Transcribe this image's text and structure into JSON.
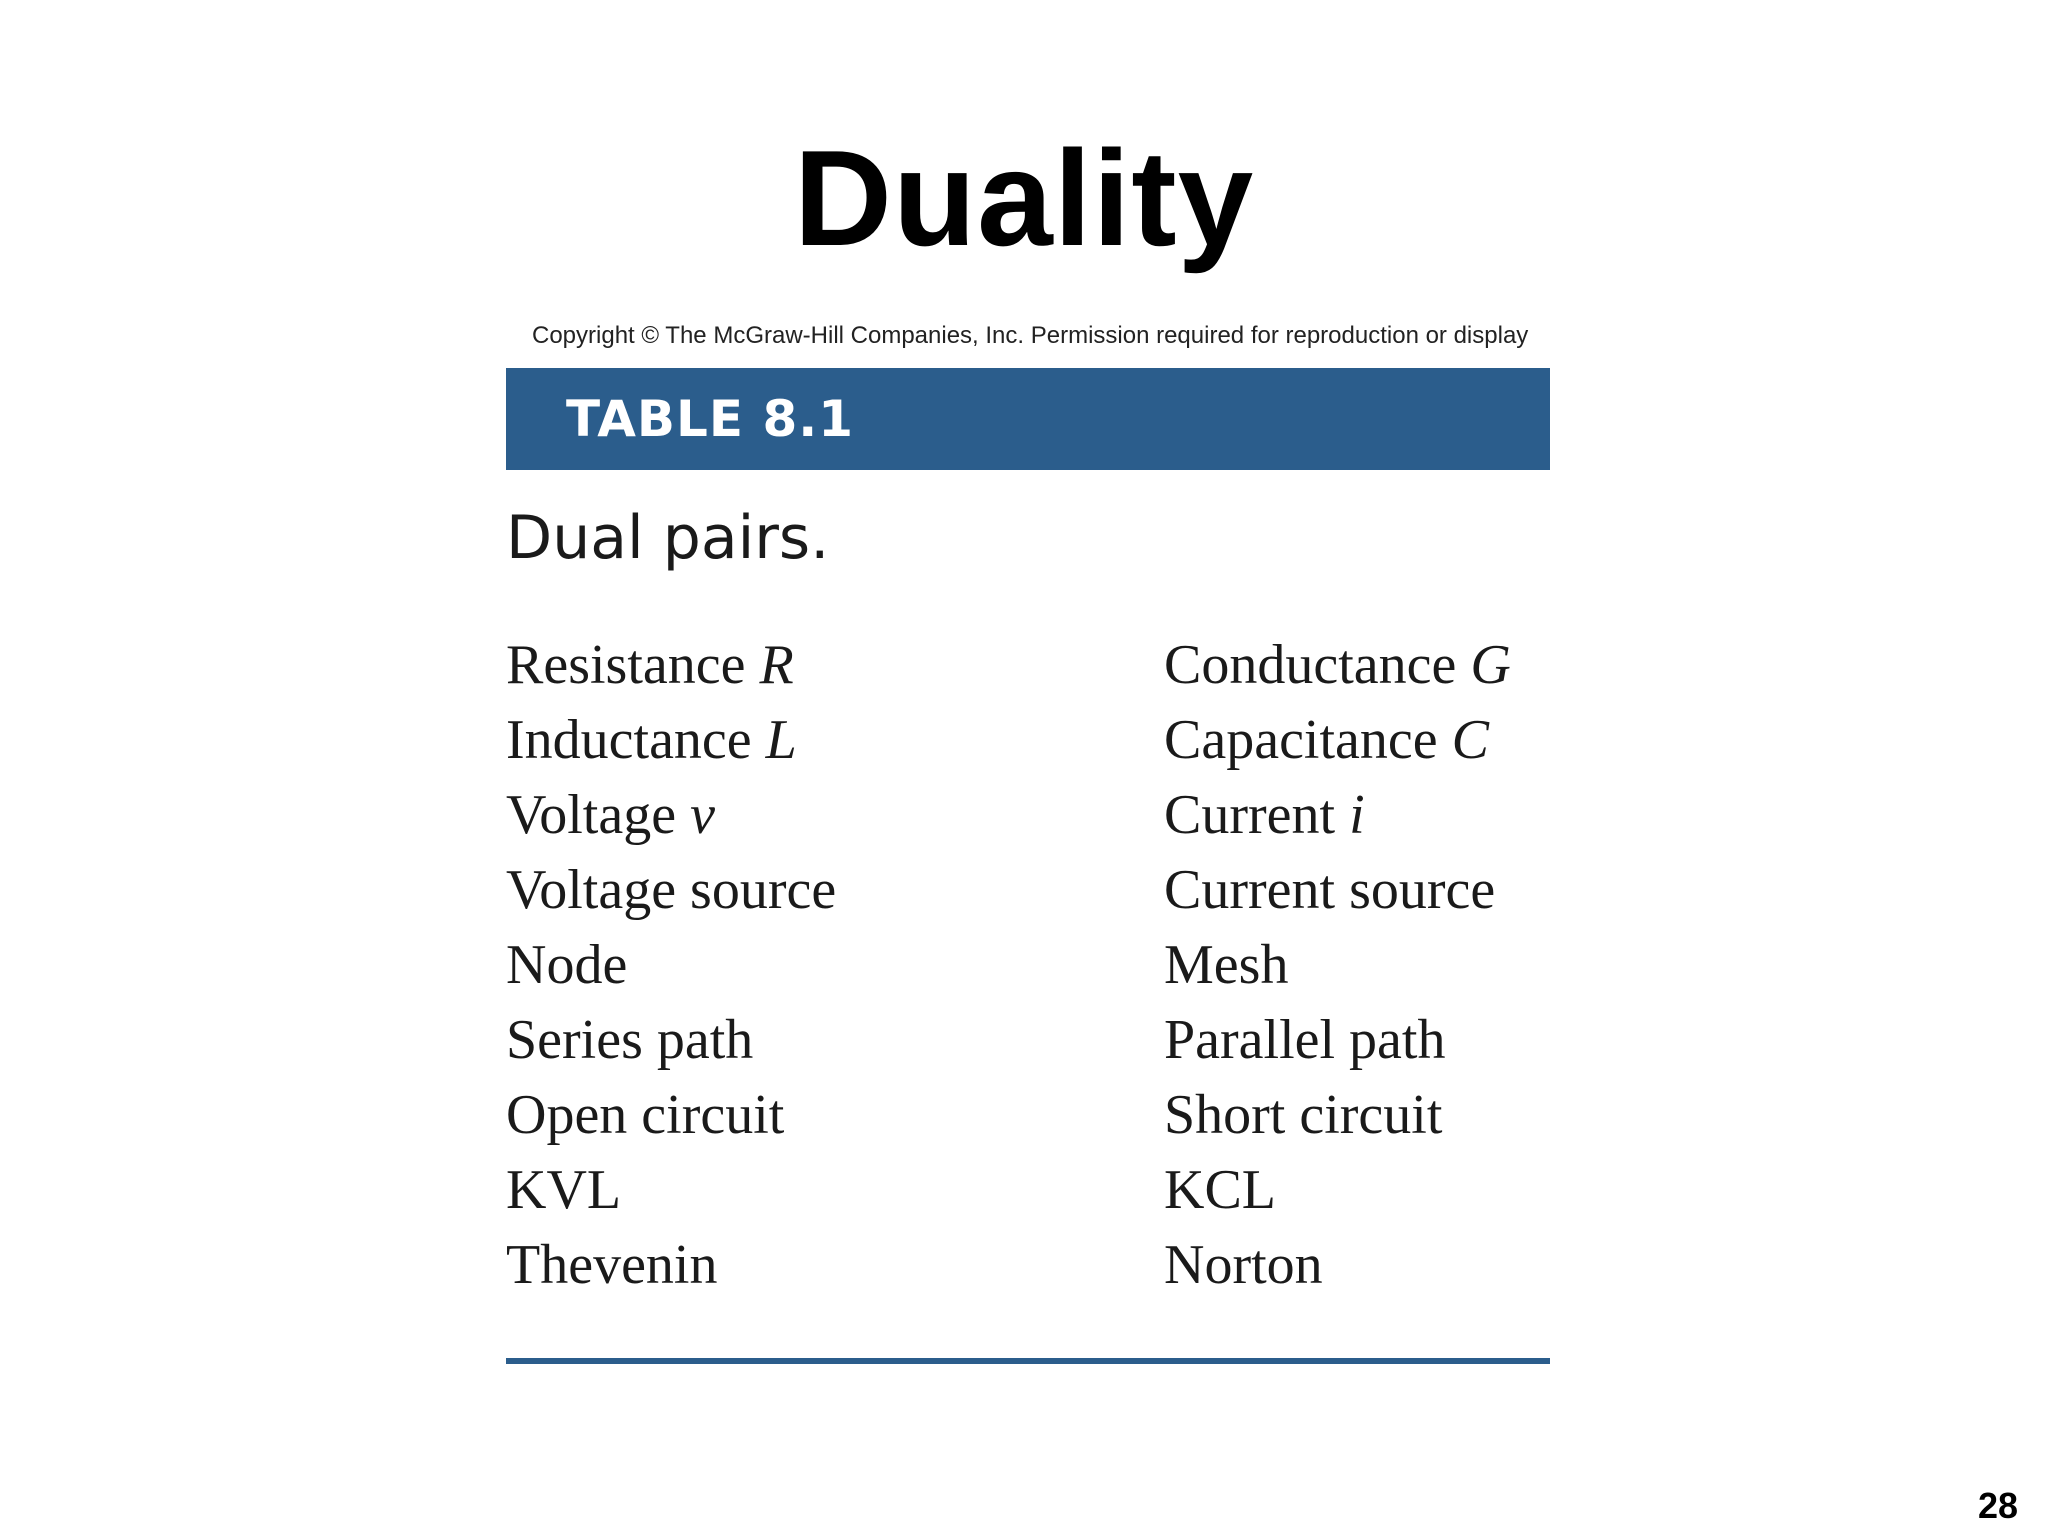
{
  "slide": {
    "title": "Duality",
    "page_number": "28"
  },
  "figure": {
    "copyright": "Copyright © The McGraw-Hill Companies, Inc. Permission required for reproduction or display",
    "table_label": "TABLE 8.1",
    "caption": "Dual pairs.",
    "accent_color": "#2b5d8c",
    "pairs": [
      {
        "left": "Resistance",
        "left_symbol": "R",
        "right": "Conductance",
        "right_symbol": "G"
      },
      {
        "left": "Inductance",
        "left_symbol": "L",
        "right": "Capacitance",
        "right_symbol": "C"
      },
      {
        "left": "Voltage",
        "left_symbol": "v",
        "right": "Current",
        "right_symbol": "i"
      },
      {
        "left": "Voltage source",
        "left_symbol": "",
        "right": "Current source",
        "right_symbol": ""
      },
      {
        "left": "Node",
        "left_symbol": "",
        "right": "Mesh",
        "right_symbol": ""
      },
      {
        "left": "Series path",
        "left_symbol": "",
        "right": "Parallel path",
        "right_symbol": ""
      },
      {
        "left": "Open circuit",
        "left_symbol": "",
        "right": "Short circuit",
        "right_symbol": ""
      },
      {
        "left": "KVL",
        "left_symbol": "",
        "right": "KCL",
        "right_symbol": ""
      },
      {
        "left": "Thevenin",
        "left_symbol": "",
        "right": "Norton",
        "right_symbol": ""
      }
    ]
  }
}
